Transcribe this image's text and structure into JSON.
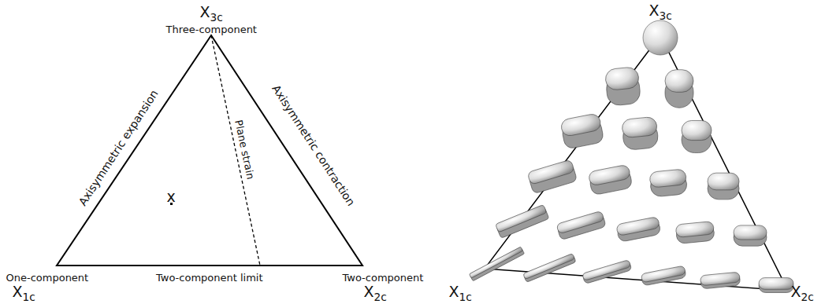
{
  "diagram": {
    "labels": [
      "X3c",
      "Three-component",
      "Axisymmetric expansion",
      "Axisymmetric contraction",
      "Plane strain",
      "x",
      "One-component",
      "X1c",
      "Two-component limit",
      "Two-component",
      "X2c",
      "X3c",
      "X1c",
      "X2c"
    ]
  }
}
